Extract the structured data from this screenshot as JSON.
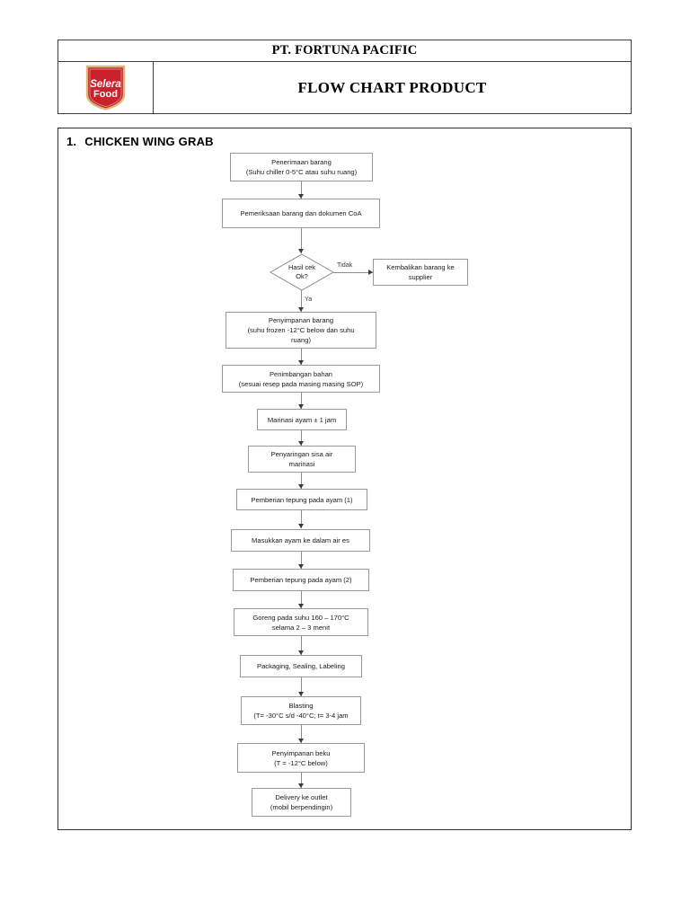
{
  "header": {
    "company_name": "PT. FORTUNA PACIFIC",
    "document_title": "FLOW CHART PRODUCT",
    "logo": {
      "name": "selera-food-logo",
      "line1": "Selera",
      "line2": "Food",
      "shield_color": "#c8232c",
      "border_color": "#d8b97a",
      "text_color": "#ffffff"
    }
  },
  "section": {
    "number": "1.",
    "title": "CHICKEN WING GRAB"
  },
  "flowchart": {
    "type": "flowchart",
    "orientation": "top-to-bottom",
    "nodes": [
      {
        "id": "n1",
        "shape": "process",
        "lines": [
          "Penerimaan barang",
          "(Suhu chiller 0-5°C atau suhu ruang)"
        ]
      },
      {
        "id": "n2",
        "shape": "process",
        "lines": [
          "Pemeriksaan barang dan dokumen CoA"
        ]
      },
      {
        "id": "d1",
        "shape": "decision",
        "lines": [
          "Hasil cek",
          "Ok?"
        ]
      },
      {
        "id": "n3",
        "shape": "process",
        "lines": [
          "Kembalikan barang ke",
          "supplier"
        ]
      },
      {
        "id": "n4",
        "shape": "process",
        "lines": [
          "Penyimpanan barang",
          "(suhu frozen -12°C below dan suhu",
          "ruang)"
        ]
      },
      {
        "id": "n5",
        "shape": "process",
        "lines": [
          "Penimbangan bahan",
          "(sesuai resep pada masing masing SOP)"
        ]
      },
      {
        "id": "n6",
        "shape": "process",
        "lines": [
          "Marinasi ayam ± 1 jam"
        ]
      },
      {
        "id": "n7",
        "shape": "process",
        "lines": [
          "Penyaringan sisa air",
          "marinasi"
        ]
      },
      {
        "id": "n8",
        "shape": "process",
        "lines": [
          "Pemberian tepung pada ayam (1)"
        ]
      },
      {
        "id": "n9",
        "shape": "process",
        "lines": [
          "Masukkan ayam ke dalam air es"
        ]
      },
      {
        "id": "n10",
        "shape": "process",
        "lines": [
          "Pemberian tepung pada ayam (2)"
        ]
      },
      {
        "id": "n11",
        "shape": "process",
        "lines": [
          "Goreng pada suhu 160 – 170°C",
          "selama 2 – 3 menit"
        ]
      },
      {
        "id": "n12",
        "shape": "process",
        "lines": [
          "Packaging, Sealing, Labeling"
        ]
      },
      {
        "id": "n13",
        "shape": "process",
        "lines": [
          "Blasting",
          "(T= -30°C s/d -40°C; t= 3-4 jam"
        ]
      },
      {
        "id": "n14",
        "shape": "process",
        "lines": [
          "Penyimpanan beku",
          "(T = -12°C below)"
        ]
      },
      {
        "id": "n15",
        "shape": "process",
        "lines": [
          "Delivery ke outlet",
          "(mobil berpendingin)"
        ]
      }
    ],
    "edge_labels": {
      "decision_no": "Tidak",
      "decision_yes": "Ya"
    }
  }
}
